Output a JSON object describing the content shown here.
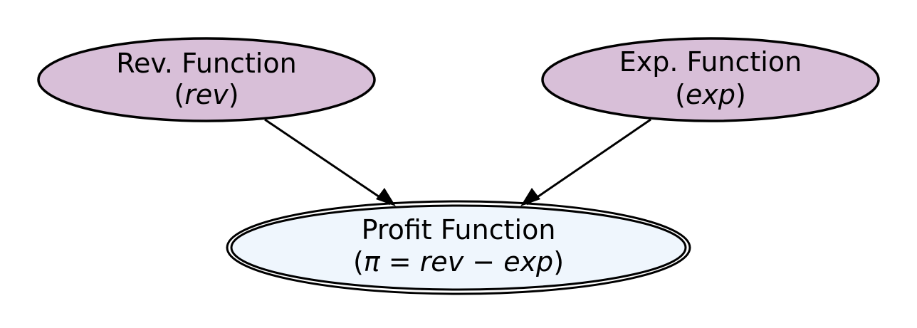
{
  "colors": {
    "input_fill": "#d8bfd8",
    "output_fill": "#eff6fd",
    "stroke": "#000000",
    "background": "#ffffff"
  },
  "nodes": {
    "revenue": {
      "title": "Rev. Function",
      "open": "(",
      "var": "rev",
      "close": ")"
    },
    "expense": {
      "title": "Exp. Function",
      "open": "(",
      "var": "exp",
      "close": ")"
    },
    "profit": {
      "title": "Profit Function",
      "open": "(",
      "pi": "π",
      "eq": " = ",
      "rev": "rev",
      "minus": " − ",
      "exp": "exp",
      "close": ")"
    }
  },
  "edges": [
    {
      "from": "revenue",
      "to": "profit"
    },
    {
      "from": "expense",
      "to": "profit"
    }
  ]
}
